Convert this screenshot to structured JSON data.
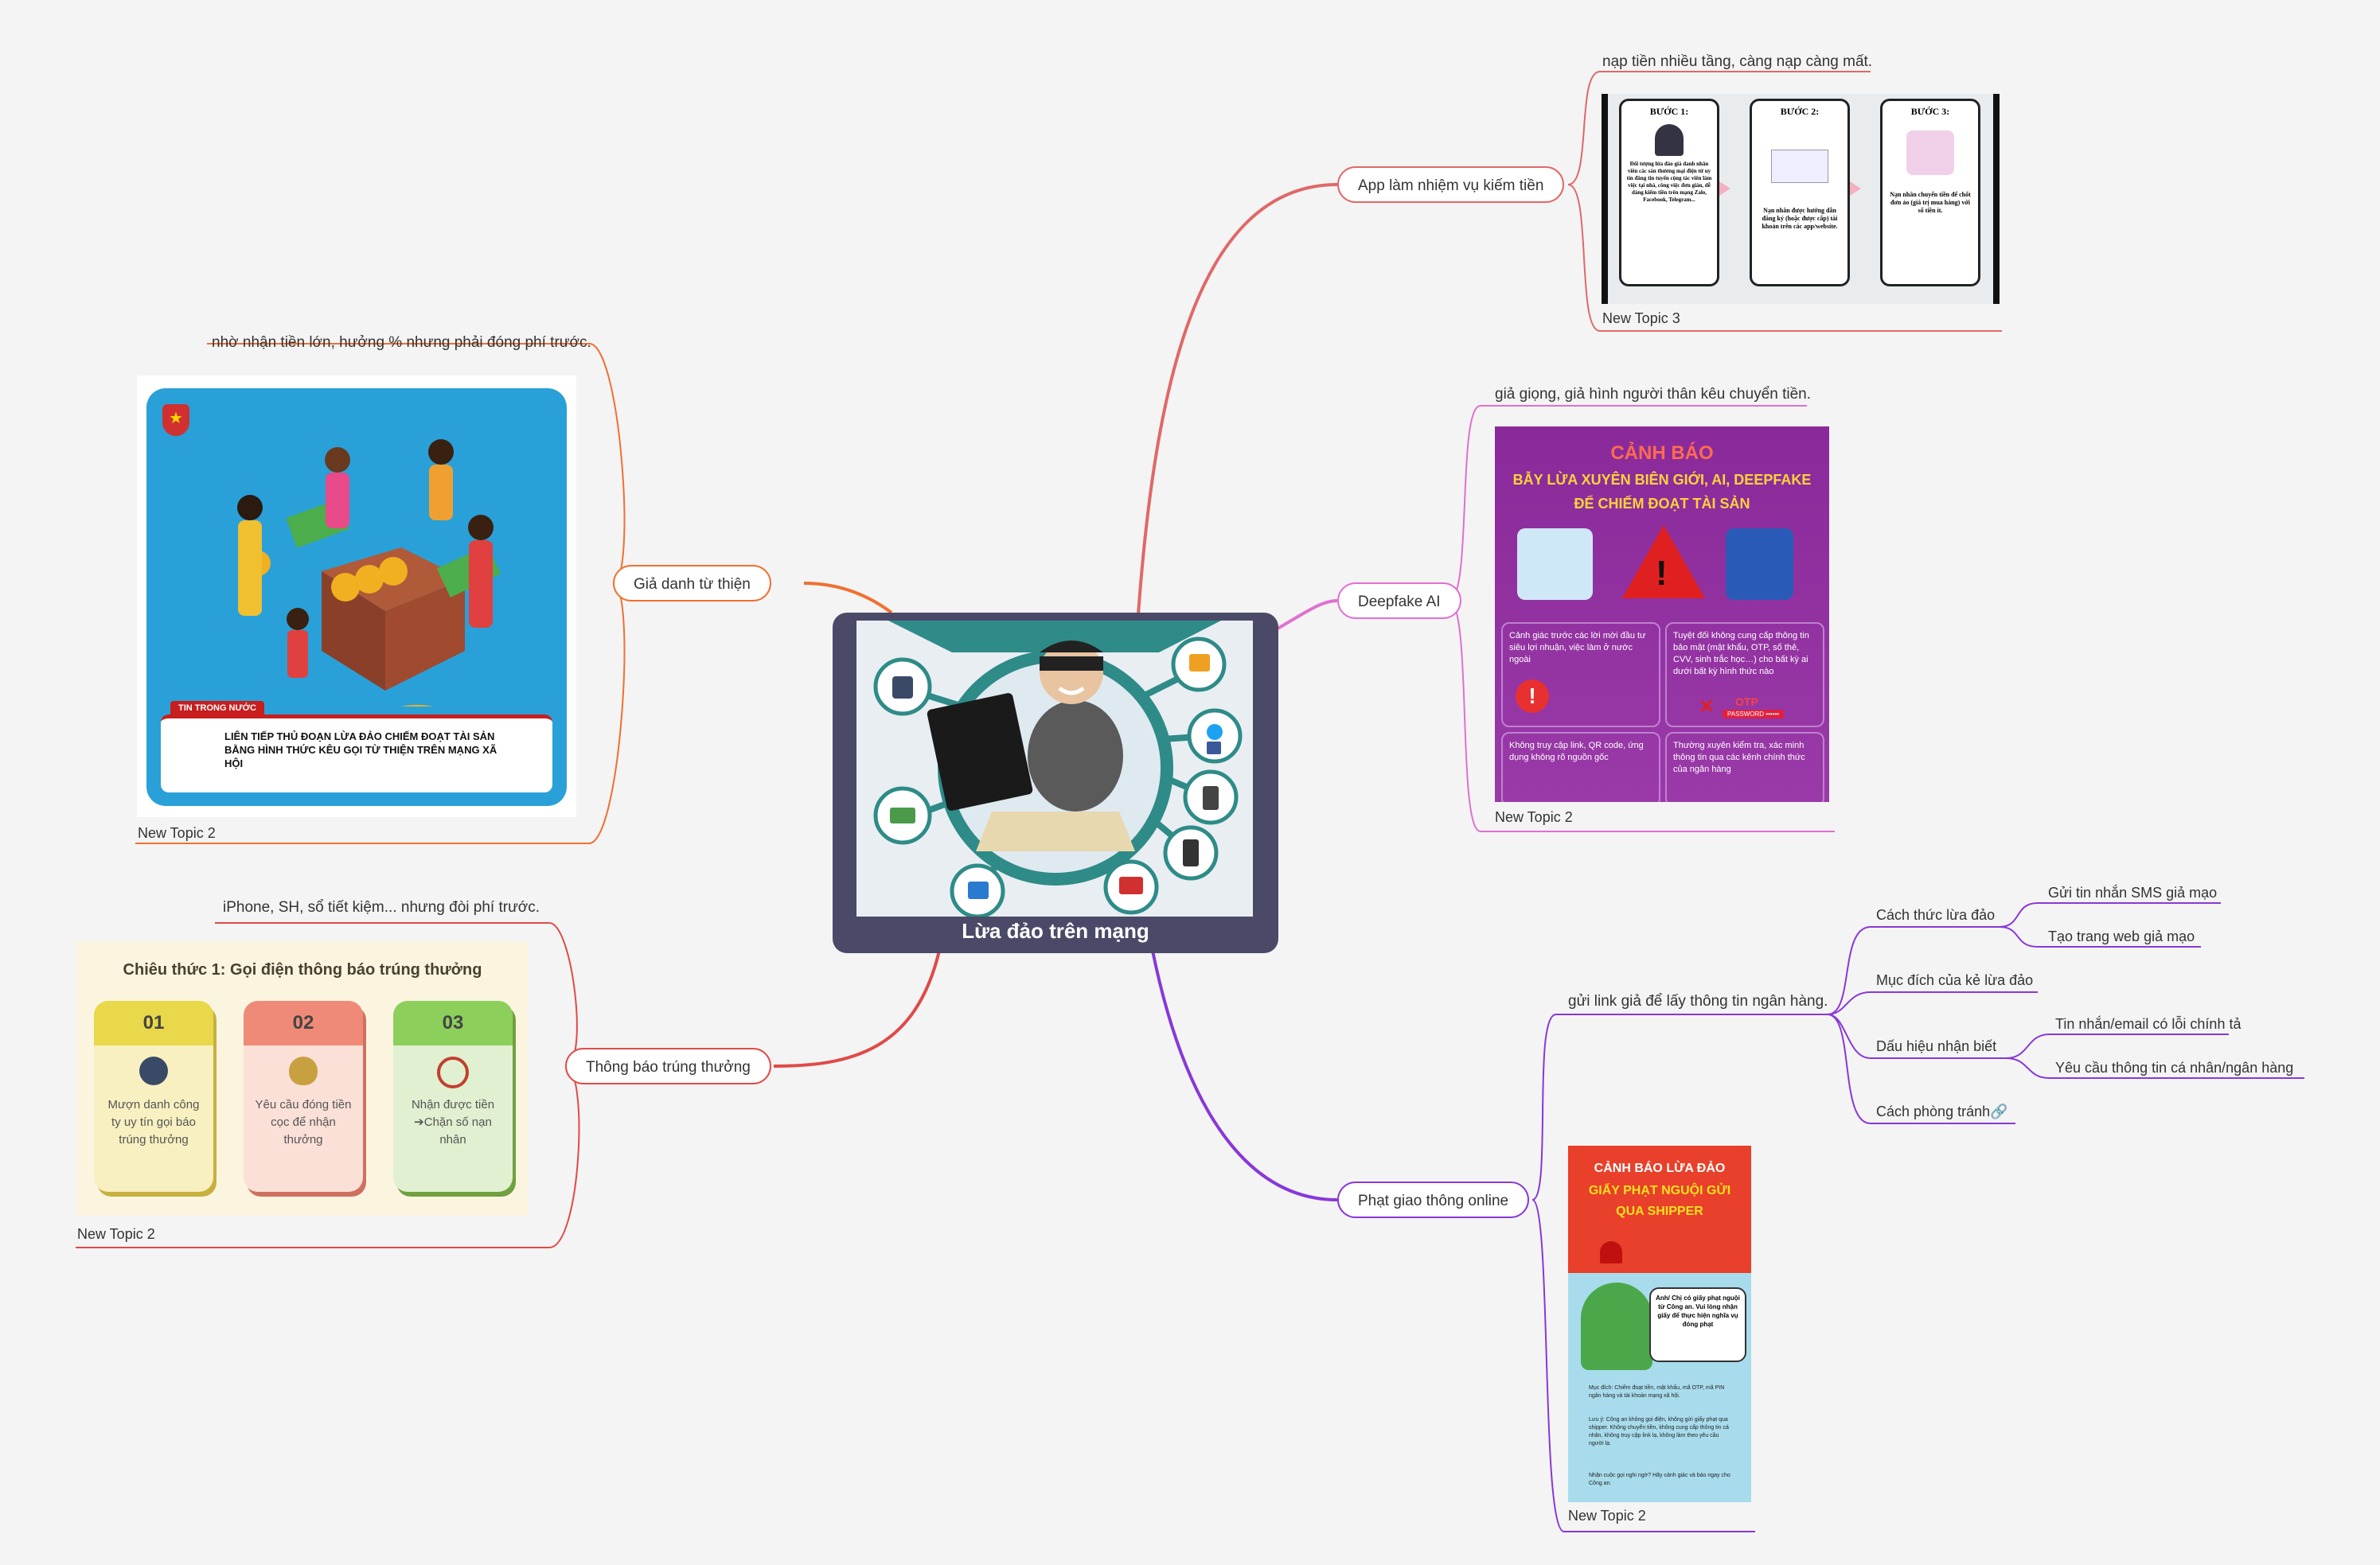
{
  "central": {
    "title": "Lừa đảo trên mạng"
  },
  "branches": {
    "charity": {
      "label": "Giả danh từ thiện",
      "note": "nhờ nhận tiền lớn, hưởng % nhưng phải đóng phí trước.",
      "sub": "New Topic 2",
      "image": {
        "badge": "TIN TRONG NƯỚC",
        "text": "LIÊN TIẾP THỦ ĐOẠN LỪA ĐẢO CHIẾM ĐOẠT TÀI SẢN BẰNG HÌNH THỨC KÊU GỌI TỪ THIỆN TRÊN MẠNG XÃ HỘI"
      }
    },
    "prize": {
      "label": "Thông báo trúng thưởng",
      "note": "iPhone, SH, sổ tiết kiệm... nhưng đòi phí trước.",
      "sub": "New Topic 2",
      "image": {
        "title": "Chiêu thức 1: Gọi điện thông báo trúng thưởng",
        "cards": [
          {
            "num": "01",
            "text": "Mượn danh công ty uy tín gọi báo trúng thưởng",
            "color": "#e8d84a"
          },
          {
            "num": "02",
            "text": "Yêu cầu đóng tiền cọc để nhận thưởng",
            "color": "#f08a78"
          },
          {
            "num": "03",
            "text": "Nhận được tiền ➔Chặn số nạn nhân",
            "color": "#8ccf5a"
          }
        ]
      }
    },
    "app": {
      "label": "App làm nhiệm vụ kiếm tiền",
      "note": "nạp tiền nhiều tầng, càng nạp càng mất.",
      "sub": "New Topic 3",
      "image": {
        "steps": [
          {
            "title": "BƯỚC 1:",
            "text": "Đối tượng lừa đảo giả danh nhân viên các sàn thương mại điện tử uy tín đăng tin tuyển cộng tác viên làm việc tại nhà, công việc đơn giản, dễ dàng kiếm tiền trên mạng Zalo, Facebook, Telegram..."
          },
          {
            "title": "BƯỚC 2:",
            "text": "Nạn nhân được hướng dẫn đăng ký (hoặc được cấp) tài khoản trên các app/website."
          },
          {
            "title": "BƯỚC 3:",
            "text": "Nạn nhân chuyển tiền để chốt đơn ảo (giá trị mua hàng) với số tiền ít."
          }
        ]
      }
    },
    "deepfake": {
      "label": "Deepfake AI",
      "note": "giả giọng, giả hình người thân kêu chuyển tiền.",
      "sub": "New Topic 2",
      "image": {
        "title": "CẢNH BÁO",
        "subtitle": "BẪY LỪA XUYÊN BIÊN GIỚI, AI, DEEPFAKE ĐỂ CHIẾM ĐOẠT TÀI SẢN",
        "tips": [
          "Cảnh giác trước các lời mời đầu tư siêu lợi nhuận, việc làm ở nước ngoài",
          "Tuyệt đối không cung cấp thông tin bảo mật (mật khẩu, OTP, số thẻ, CVV, sinh trắc học…) cho bất kỳ ai dưới bất kỳ hình thức nào",
          "Không truy cập link, QR code, ứng dụng không rõ nguồn gốc",
          "Thường xuyên kiểm tra, xác minh thông tin qua các kênh chính thức của ngân hàng"
        ],
        "otp_label": "OTP",
        "password_label": "PASSWORD ••••••"
      }
    },
    "traffic": {
      "label": "Phạt giao thông online",
      "note": "gửi link giả để lấy thông tin ngân hàng.",
      "sub": "New Topic 2",
      "children": [
        {
          "label": "Cách thức lừa đảo",
          "children": [
            "Gửi tin nhắn SMS giả mạo",
            "Tạo trang web giả mạo"
          ]
        },
        {
          "label": "Mục đích của kẻ lừa đảo",
          "children": []
        },
        {
          "label": "Dấu hiệu nhận biết",
          "children": [
            "Tin nhắn/email có lỗi chính tả",
            "Yêu cầu thông tin cá nhân/ngân hàng"
          ]
        },
        {
          "label": "Cách phòng tránh🔗",
          "children": []
        }
      ],
      "image": {
        "title1": "CẢNH BÁO LỪA ĐẢO",
        "title2": "GIẤY PHẠT NGUỘI GỬI QUA SHIPPER",
        "bubble": "Anh/ Chị có giấy phạt nguội từ Công an. Vui lòng nhận giấy để thực hiện nghĩa vụ đóng phạt",
        "text1": "Mục đích: Chiếm đoạt tiền, mật khẩu, mã OTP, mã PIN ngân hàng và tài khoản mạng xã hội.",
        "text2": "Lưu ý: Công an không gọi điện, không gửi giấy phạt qua shipper. Không chuyển tiền, không cung cấp thông tin cá nhân, không truy cập link lạ, không làm theo yêu cầu người lạ.",
        "text3": "Nhận cuộc gọi nghi ngờ? Hãy cảnh giác và báo ngay cho Công an."
      }
    }
  },
  "colors": {
    "central_bg": "#4a4a68",
    "teal": "#2e8b88",
    "charity_line": "#f07030",
    "prize_line": "#e04a48",
    "app_line": "#e06868",
    "deepfake_line": "#e070d0",
    "traffic_line": "#8838d8"
  }
}
